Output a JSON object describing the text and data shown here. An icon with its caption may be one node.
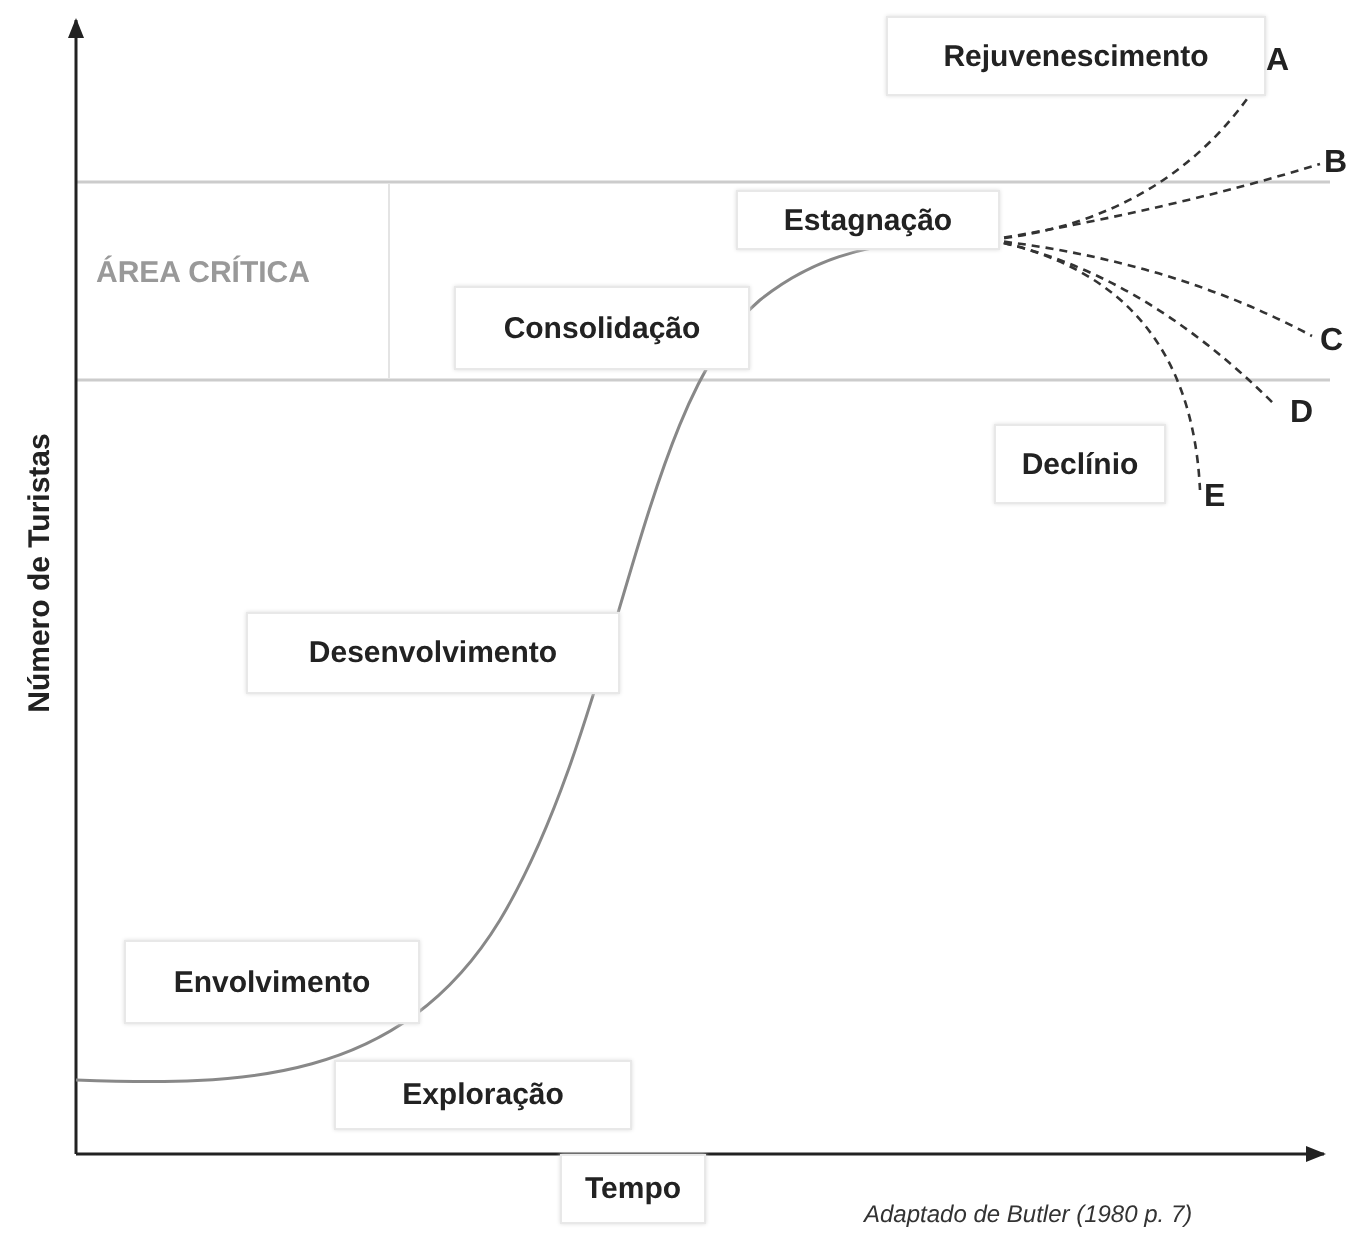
{
  "diagram": {
    "nodes": [
      {
        "text": [
          "Rejuvenescimento"
        ]
      },
      {
        "text": [
          "Estagnação"
        ]
      },
      {
        "text": [
          "ÁREA CRÍTICA"
        ]
      },
      {
        "text": [
          "Consolidação"
        ]
      },
      {
        "text": [
          "Declínio"
        ]
      },
      {
        "text": [
          "Desenvolvimento"
        ]
      },
      {
        "text": [
          "Envolvimento"
        ]
      },
      {
        "text": [
          "Exploração"
        ]
      },
      {
        "text": [
          "Tempo"
        ]
      }
    ],
    "labels": [
      "A",
      "B",
      "C",
      "D",
      "E",
      "Número de Turistas",
      "Adaptado de Butler (1980 p. 7)"
    ]
  }
}
